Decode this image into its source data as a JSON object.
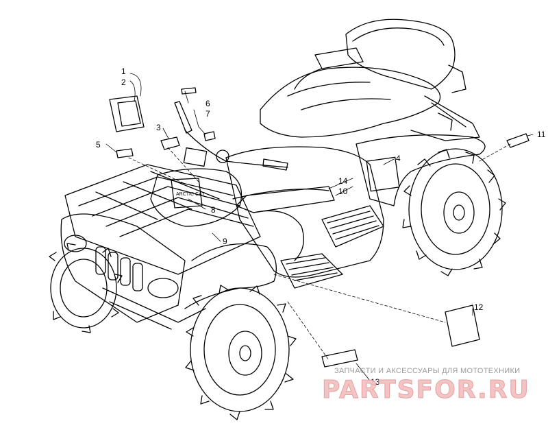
{
  "diagram": {
    "callouts": [
      {
        "id": "c1",
        "text": "1"
      },
      {
        "id": "c2",
        "text": "2"
      },
      {
        "id": "c3",
        "text": "3"
      },
      {
        "id": "c4",
        "text": "4"
      },
      {
        "id": "c5",
        "text": "5"
      },
      {
        "id": "c6",
        "text": "6"
      },
      {
        "id": "c7",
        "text": "7"
      },
      {
        "id": "c8",
        "text": "8"
      },
      {
        "id": "c9",
        "text": "9"
      },
      {
        "id": "c10",
        "text": "10"
      },
      {
        "id": "c11",
        "text": "11"
      },
      {
        "id": "c12",
        "text": "12"
      },
      {
        "id": "c13",
        "text": "13"
      },
      {
        "id": "c14",
        "text": "14"
      }
    ],
    "decal_text": "ARCTIC CAT"
  },
  "watermark": {
    "caption": "ЗАПЧАСТИ И АКСЕССУАРЫ ДЛЯ МОТОТЕХНИКИ",
    "logo": "PARTSFOR.RU",
    "color": "#f3c1c1"
  }
}
